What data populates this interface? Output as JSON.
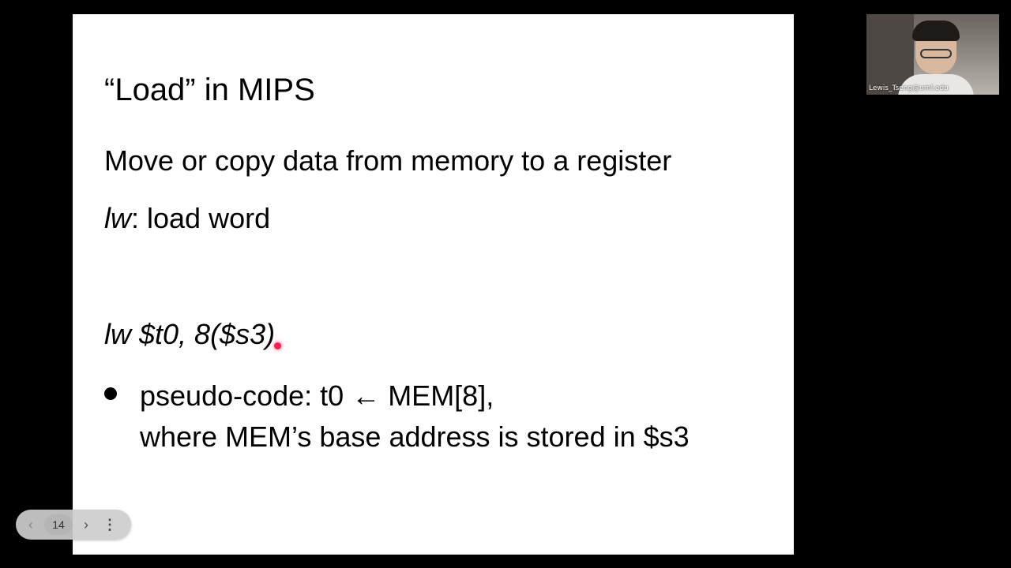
{
  "slide": {
    "title": "“Load” in MIPS",
    "line1": "Move or copy data from memory to a register",
    "line2_em": "lw",
    "line2_rest": ": load word",
    "line3": "lw $t0, 8($s3)",
    "bullet_line1": "pseudo-code:  t0  ← MEM[8],",
    "bullet_line2": "where MEM’s base address is stored in $s3"
  },
  "pager": {
    "current_page": "14",
    "prev_icon": "chevron-left",
    "next_icon": "chevron-right",
    "more_icon": "vertical-ellipsis"
  },
  "participant": {
    "name": "Lewis_Tseng@uml.edu"
  },
  "colors": {
    "background": "#000000",
    "slide": "#ffffff",
    "laser_pointer": "#ff2050"
  }
}
